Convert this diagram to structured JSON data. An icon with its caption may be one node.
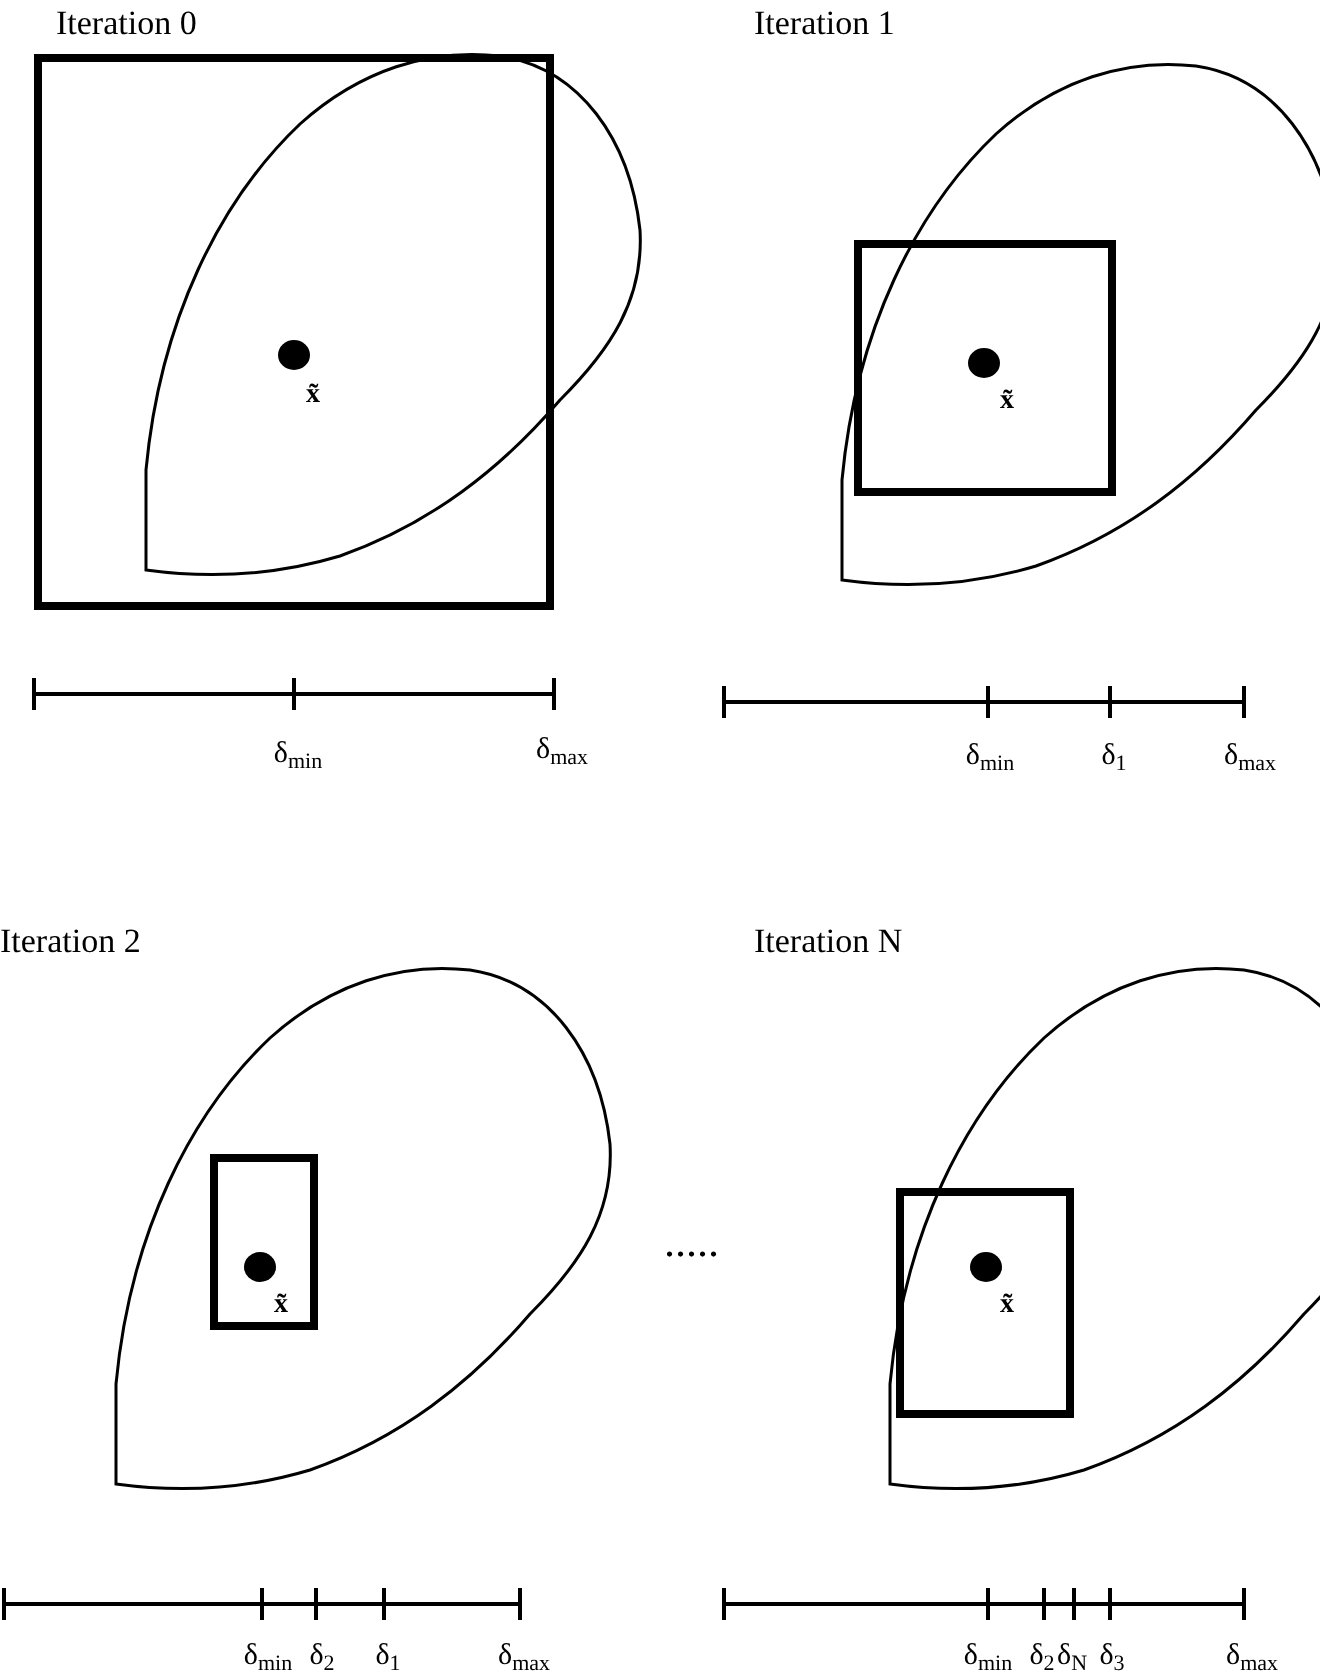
{
  "diagram": {
    "nodes": [
      {
        "text": [
          "x̃"
        ]
      },
      {
        "text": [
          "x̃"
        ]
      },
      {
        "text": [
          "x̃"
        ]
      },
      {
        "text": [
          "x̃"
        ]
      }
    ],
    "labels": [
      "Iteration 0",
      "Iteration 1",
      "δ$_{min}$",
      "δ$_{max}$",
      "δ$_{min}$",
      "δ$_{1}$",
      "δ$_{max}$",
      "Iteration 2",
      "Iteration N",
      ".....",
      "δ$_{min}$",
      "δ$_{2}$",
      "δ$_{1}$",
      "δ$_{max}$",
      "δ$_{min}$",
      "δ$_{2}$",
      "δ$_{N}$",
      "δ$_{3}$",
      "δ$_{max}$"
    ]
  }
}
